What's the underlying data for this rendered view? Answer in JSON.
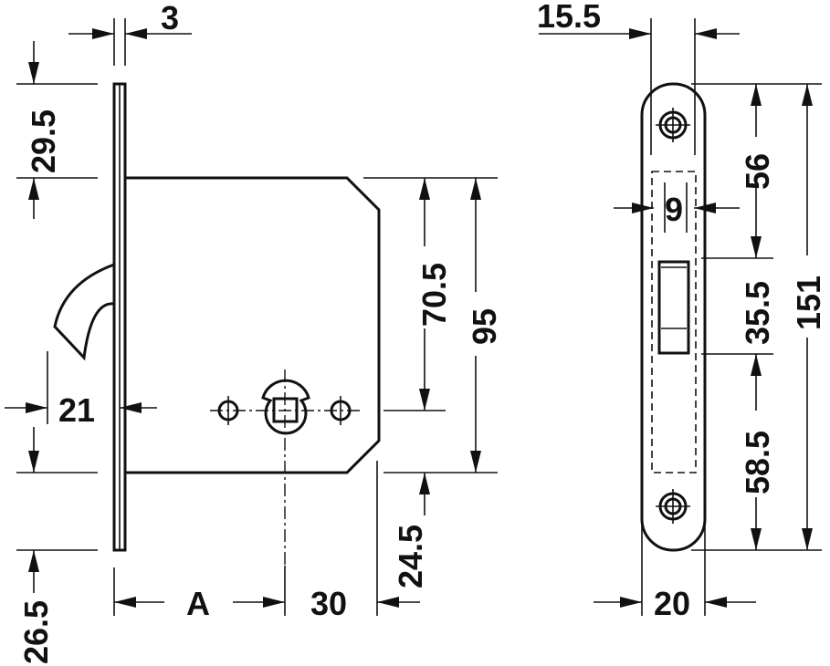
{
  "title": "Mortise lock dimension drawing",
  "side_view": {
    "dims": {
      "faceplate_thickness": "3",
      "top_to_body": "29.5",
      "backset_hook": "21",
      "body_to_spindle": "70.5",
      "body_height": "95",
      "spindle_to_bottom": "24.5",
      "bottom_offset": "26.5",
      "backset": "A",
      "spindle_to_back": "30"
    }
  },
  "front_view": {
    "dims": {
      "offset": "15.5",
      "top_to_latch": "56",
      "latch_width": "9",
      "latch_height": "35.5",
      "total_height": "151",
      "latch_to_bottom": "58.5",
      "faceplate_width": "20"
    }
  }
}
